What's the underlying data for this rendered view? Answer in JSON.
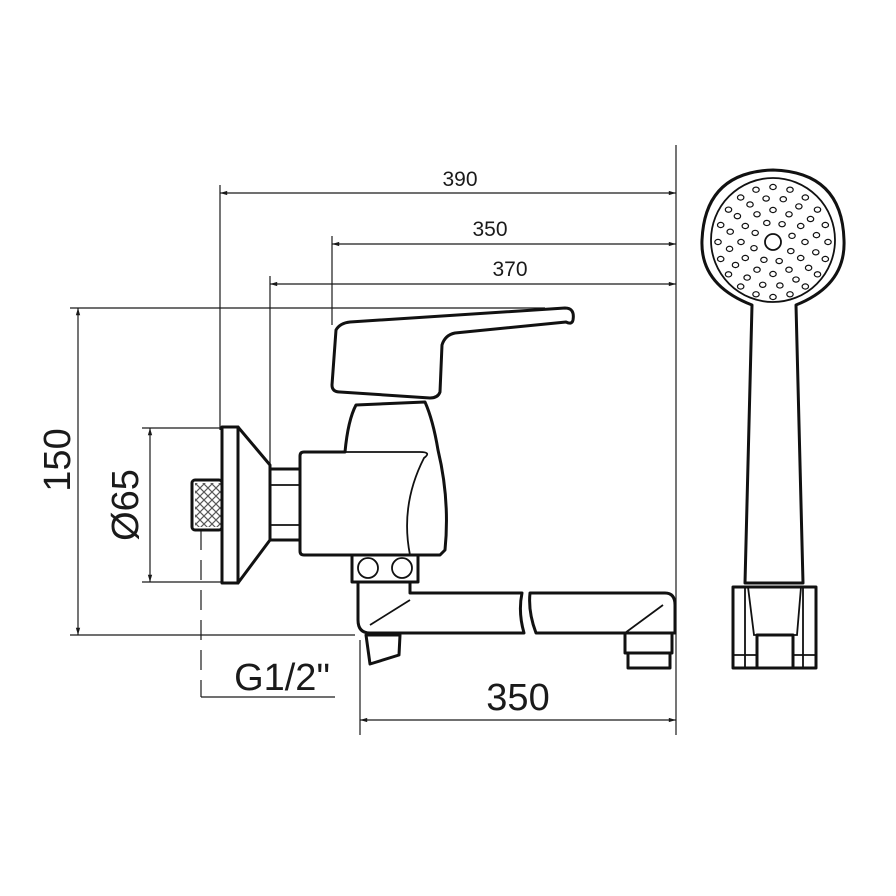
{
  "drawing": {
    "dimensions": {
      "overall_reach": "390",
      "spout_reach_top": "350",
      "handle_reach": "370",
      "height": "150",
      "plate_diameter": "Ø65",
      "thread": "G1/2\"",
      "spout_length": "350"
    },
    "line_color": "#111111",
    "background": "#ffffff"
  }
}
